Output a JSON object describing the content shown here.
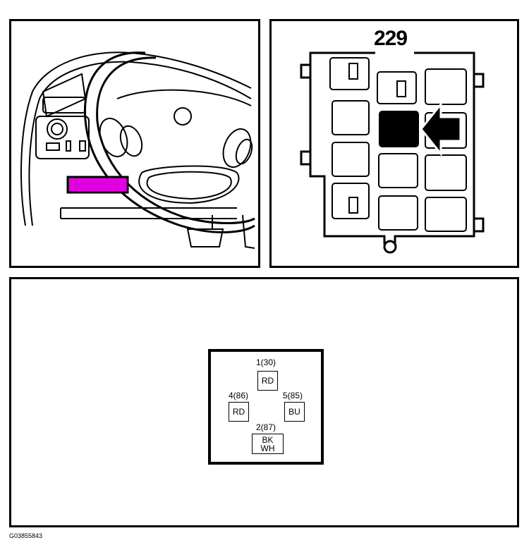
{
  "dashboard_view": {
    "highlight_color": "#e000e0"
  },
  "fuse_box_view": {
    "box_number": "229",
    "highlight_color": "#000000"
  },
  "connector": {
    "pins": [
      {
        "pin": "1(30)",
        "wire": [
          "RD"
        ]
      },
      {
        "pin": "4(86)",
        "wire": [
          "RD"
        ]
      },
      {
        "pin": "5(85)",
        "wire": [
          "BU"
        ]
      },
      {
        "pin": "2(87)",
        "wire": [
          "BK",
          "WH"
        ]
      }
    ]
  },
  "figure_id": "G03855843"
}
